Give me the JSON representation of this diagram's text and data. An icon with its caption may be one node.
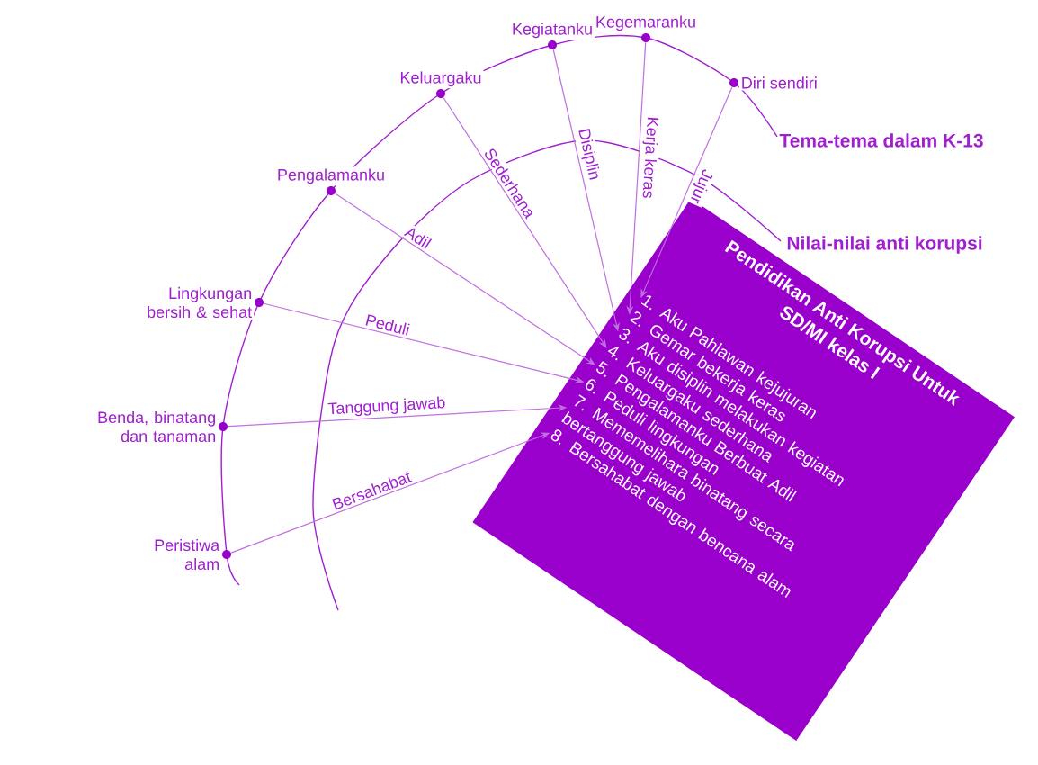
{
  "diagram": {
    "nodes": [
      {
        "text": [
          "Diri sendiri"
        ]
      },
      {
        "text": [
          "Kegemaranku"
        ]
      },
      {
        "text": [
          "Kegiatanku"
        ]
      },
      {
        "text": [
          "Keluargaku"
        ]
      },
      {
        "text": [
          "Pengalamanku"
        ]
      },
      {
        "text": [
          "Lingkungan bersih & sehat"
        ]
      },
      {
        "text": [
          "Benda, binatang dan tanaman"
        ]
      },
      {
        "text": [
          "Peristiwa alam"
        ]
      },
      {
        "text": [
          "Pendidikan Anti Korupsi Untuk SD/MI kelas I"
        ]
      },
      {
        "text": [
          "1. Aku Pahlawan kejujuran"
        ],
        "in": 8
      },
      {
        "text": [
          "2. Gemar bekerja keras"
        ],
        "in": 8
      },
      {
        "text": [
          "3. Aku disiplin melakukan kegiatan"
        ],
        "in": 8
      },
      {
        "text": [
          "4. Keluargaku sederhana"
        ],
        "in": 8
      },
      {
        "text": [
          "5. Pengalamanku Berbuat Adil"
        ],
        "in": 8
      },
      {
        "text": [
          "6. Peduli lingkungan"
        ],
        "in": 8
      },
      {
        "text": [
          "7. Mememelihara binatang secara bertanggung jawab"
        ],
        "in": 8
      },
      {
        "text": [
          "8. Bersahabat dengan bencana alam"
        ],
        "in": 8
      }
    ],
    "edges": [
      {
        "from": 0,
        "to": 9,
        "arrow": "to",
        "label": "Jujur"
      },
      {
        "from": 1,
        "to": 10,
        "arrow": "to",
        "label": "Kerja keras"
      },
      {
        "from": 2,
        "to": 11,
        "arrow": "to",
        "label": "Disiplin"
      },
      {
        "from": 3,
        "to": 12,
        "arrow": "to",
        "label": "Sederhana"
      },
      {
        "from": 4,
        "to": 13,
        "arrow": "to",
        "label": "Adil"
      },
      {
        "from": 5,
        "to": 14,
        "arrow": "to",
        "label": "Peduli"
      },
      {
        "from": 6,
        "to": 15,
        "arrow": "to",
        "label": "Tanggung jawab"
      },
      {
        "from": 7,
        "to": 16,
        "arrow": "to",
        "label": "Bersahabat"
      }
    ],
    "labels": [
      "Tema-tema dalam K-13",
      "Nilai-nilai anti korupsi"
    ]
  }
}
